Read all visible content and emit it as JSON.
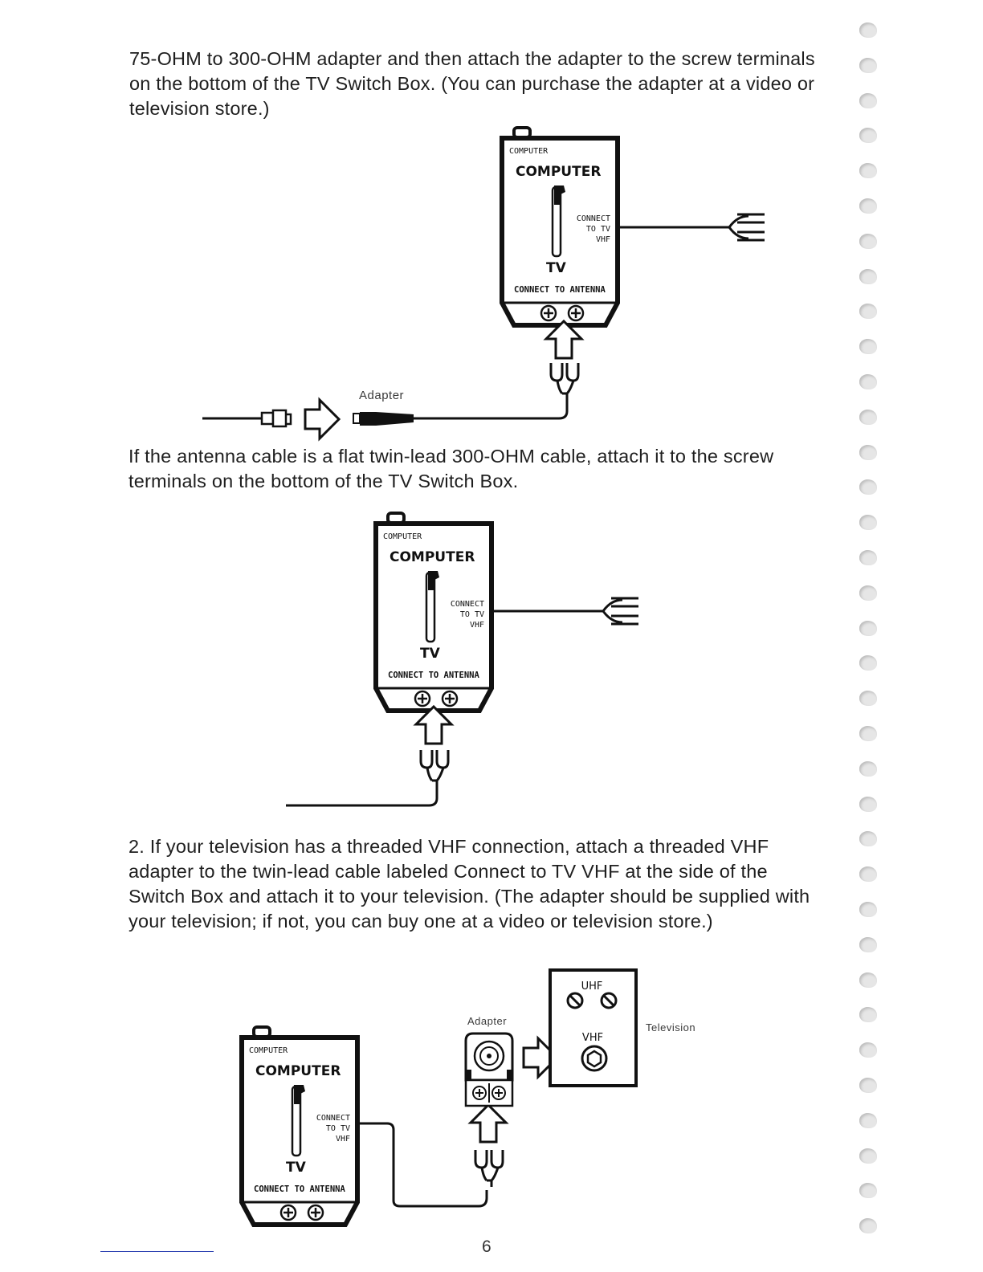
{
  "text": {
    "para1": "75-OHM to 300-OHM adapter and then attach the adapter to the screw terminals on the bottom of the TV Switch Box. (You can purchase the adapter at a video or television store.)",
    "para2": "If the antenna cable is a flat twin-lead 300-OHM cable, attach it to the screw terminals on the bottom of the TV Switch Box.",
    "para3": "2. If your television has a threaded VHF connection, attach a threaded VHF adapter to the twin-lead cable labeled Connect to TV VHF at the side of the Switch Box and attach it to your television. (The adapter should be supplied with your television; if not, you can buy one at a video or television store.)"
  },
  "switch_box": {
    "top_label": "COMPUTER",
    "main_label": "COMPUTER",
    "side_label_lines": [
      "CONNECT",
      "TO TV",
      "VHF"
    ],
    "tv_label": "TV",
    "bottom_label": "CONNECT TO ANTENNA"
  },
  "labels": {
    "adapter": "Adapter",
    "television": "Television",
    "uhf": "UHF",
    "vhf": "VHF"
  },
  "page_number": "6"
}
